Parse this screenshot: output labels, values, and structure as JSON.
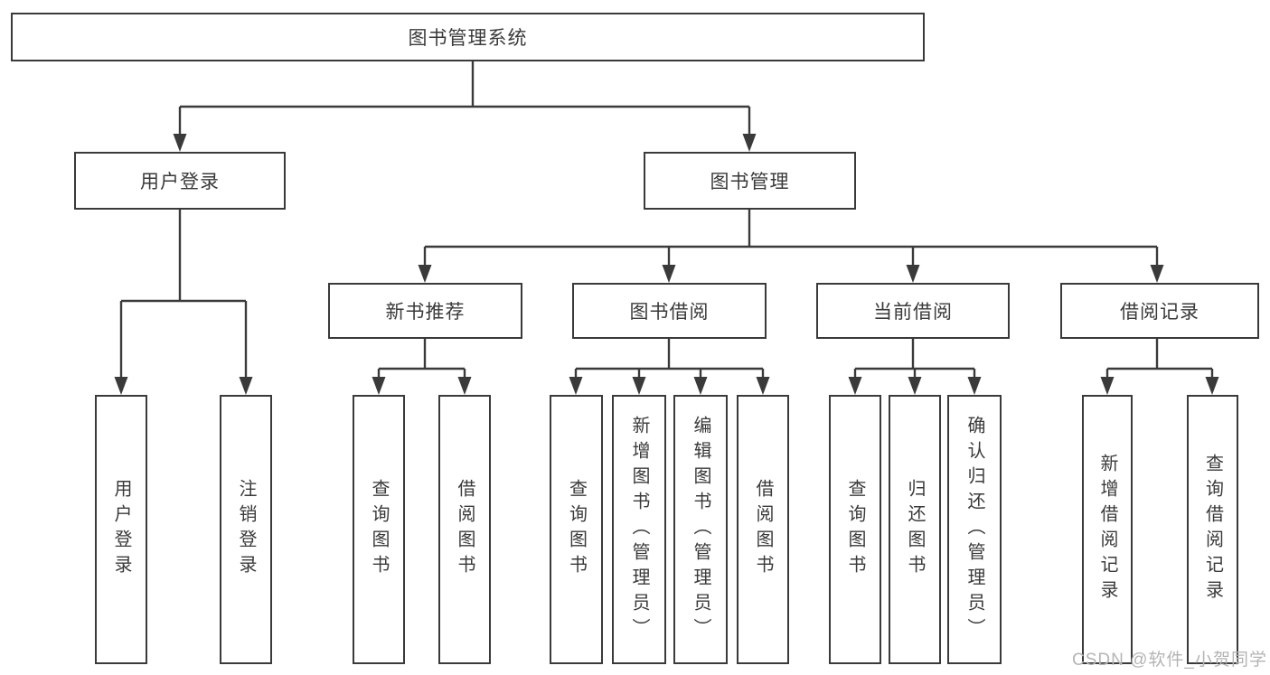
{
  "diagram": {
    "title": "图书管理系统",
    "nodes": [
      {
        "id": "root",
        "level": 1,
        "label": "图书管理系统"
      },
      {
        "id": "user_login",
        "level": 2,
        "label": "用户登录"
      },
      {
        "id": "book_mgmt",
        "level": 2,
        "label": "图书管理"
      },
      {
        "id": "new_books",
        "level": 3,
        "label": "新书推荐"
      },
      {
        "id": "book_borrow",
        "level": 3,
        "label": "图书借阅"
      },
      {
        "id": "current_borrow",
        "level": 3,
        "label": "当前借阅"
      },
      {
        "id": "borrow_records",
        "level": 3,
        "label": "借阅记录"
      },
      {
        "id": "login",
        "level": 4,
        "label": "用户登录"
      },
      {
        "id": "logout",
        "level": 4,
        "label": "注销登录"
      },
      {
        "id": "nb_query",
        "level": 4,
        "label": "查询图书"
      },
      {
        "id": "nb_borrow",
        "level": 4,
        "label": "借阅图书"
      },
      {
        "id": "bb_query",
        "level": 4,
        "label": "查询图书"
      },
      {
        "id": "bb_add",
        "level": 4,
        "label": "新增图书（管理员）"
      },
      {
        "id": "bb_edit",
        "level": 4,
        "label": "编辑图书（管理员）"
      },
      {
        "id": "bb_borrow",
        "level": 4,
        "label": "借阅图书"
      },
      {
        "id": "cb_query",
        "level": 4,
        "label": "查询图书"
      },
      {
        "id": "cb_return",
        "level": 4,
        "label": "归还图书"
      },
      {
        "id": "cb_confirm",
        "level": 4,
        "label": "确认归还（管理员）"
      },
      {
        "id": "br_add",
        "level": 4,
        "label": "新增借阅记录"
      },
      {
        "id": "br_query",
        "level": 4,
        "label": "查询借阅记录"
      }
    ],
    "edges": [
      [
        "root",
        "user_login"
      ],
      [
        "root",
        "book_mgmt"
      ],
      [
        "user_login",
        "login"
      ],
      [
        "user_login",
        "logout"
      ],
      [
        "book_mgmt",
        "new_books"
      ],
      [
        "book_mgmt",
        "book_borrow"
      ],
      [
        "book_mgmt",
        "current_borrow"
      ],
      [
        "book_mgmt",
        "borrow_records"
      ],
      [
        "new_books",
        "nb_query"
      ],
      [
        "new_books",
        "nb_borrow"
      ],
      [
        "book_borrow",
        "bb_query"
      ],
      [
        "book_borrow",
        "bb_add"
      ],
      [
        "book_borrow",
        "bb_edit"
      ],
      [
        "book_borrow",
        "bb_borrow"
      ],
      [
        "current_borrow",
        "cb_query"
      ],
      [
        "current_borrow",
        "cb_return"
      ],
      [
        "current_borrow",
        "cb_confirm"
      ],
      [
        "borrow_records",
        "br_add"
      ],
      [
        "borrow_records",
        "br_query"
      ]
    ]
  },
  "watermark": {
    "text": "CSDN @软件_小贺同学"
  },
  "colors": {
    "line": "#3a3a3a",
    "text": "#3a3a3a",
    "background": "#ffffff",
    "watermark": "#b4b4b4"
  }
}
